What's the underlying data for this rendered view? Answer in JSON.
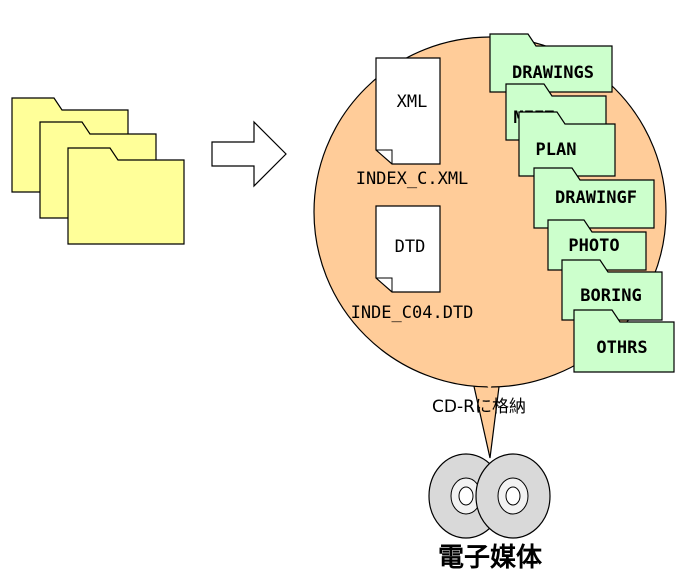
{
  "files": [
    {
      "icon_label": "XML",
      "name": "INDEX_C.XML"
    },
    {
      "icon_label": "DTD",
      "name": "INDE_C04.DTD"
    }
  ],
  "folders": [
    "DRAWINGS",
    "MEET",
    "PLAN",
    "DRAWINGF",
    "PHOTO",
    "BORING",
    "OTHRS"
  ],
  "callout_label": "CD-Rに格納",
  "media_label": "電子媒体",
  "colors": {
    "source_folder": "#ffff99",
    "circle": "#ffcc99",
    "green_folder": "#ccffcc",
    "disc": "#d9d9d9"
  },
  "icons": [
    "folder-icon",
    "arrow-right-icon",
    "document-icon",
    "cd-disc-icon"
  ]
}
